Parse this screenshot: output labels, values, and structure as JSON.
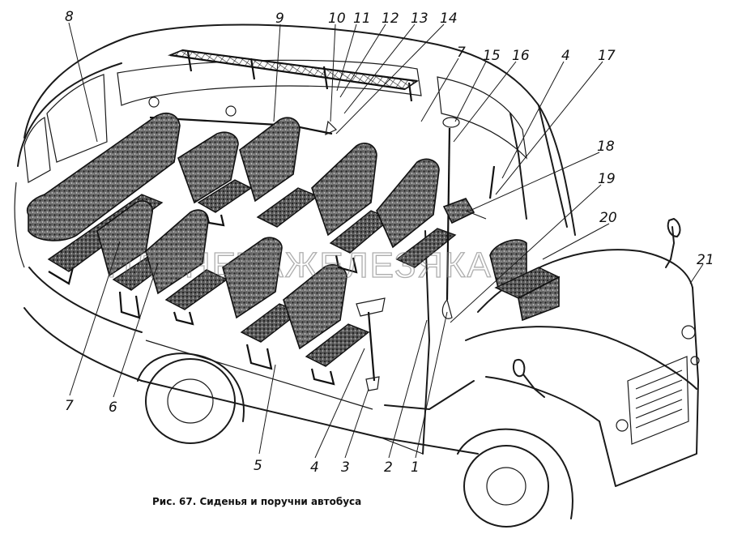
{
  "caption": "Рис. 67. Сиденья и поручни автобуса",
  "watermark": "ПЛАНЕТАЖЕЛЕЗЯКА",
  "callouts": {
    "c8": "8",
    "c9": "9",
    "c10": "10",
    "c11": "11",
    "c12": "12",
    "c13": "13",
    "c14": "14",
    "c7top": "7",
    "c15": "15",
    "c16": "16",
    "c4top": "4",
    "c17": "17",
    "c18": "18",
    "c19": "19",
    "c20": "20",
    "c21": "21",
    "c7bot": "7",
    "c6": "6",
    "c5": "5",
    "c4bot": "4",
    "c3": "3",
    "c2": "2",
    "c1": "1"
  }
}
